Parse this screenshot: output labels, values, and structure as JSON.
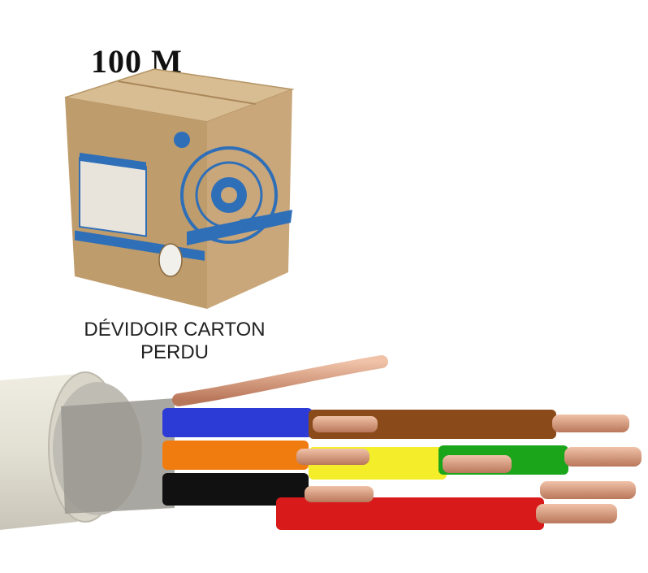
{
  "product": {
    "length_label": "100 M",
    "caption_line1": "DÉVIDOIR CARTON",
    "caption_line2": "PERDU"
  },
  "colors": {
    "cardboard": "#c9a77a",
    "cardboard_side": "#b89466",
    "cardboard_top": "#d8bc92",
    "print_blue": "#2f6fb8",
    "copper": "#d69a7a",
    "sheath": "#e6e3d8",
    "cores": [
      "#2c3bd6",
      "#8a4a1a",
      "#f07c10",
      "#f4ee2a",
      "#1aa51a",
      "#111111",
      "#d91a1a"
    ]
  },
  "icons": {
    "cable_box": "cardboard-dispenser-box",
    "cable": "multi-core-alarm-cable"
  }
}
